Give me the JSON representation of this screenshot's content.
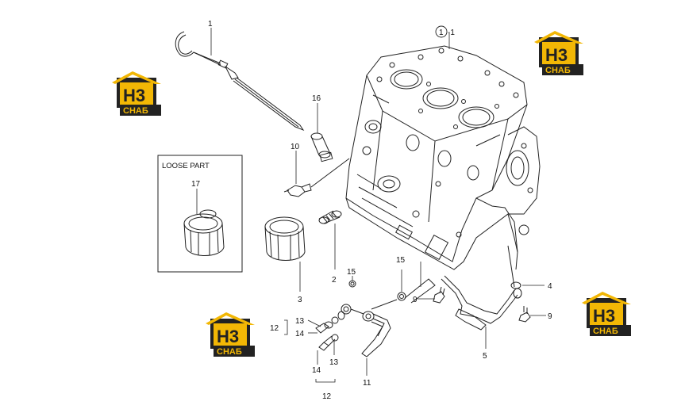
{
  "callouts": {
    "c1": "1",
    "c1_1_circled": "1",
    "c1_1_suffix": "-1",
    "c2": "2",
    "c3": "3",
    "c4": "4",
    "c5": "5",
    "c9a": "9",
    "c9b": "9",
    "c10": "10",
    "c11": "11",
    "c12a": "12",
    "c12b": "12",
    "c13a": "13",
    "c13b": "13",
    "c14a": "14",
    "c14b": "14",
    "c15a": "15",
    "c15b": "15",
    "c16": "16",
    "c17": "17"
  },
  "loose_part": {
    "title": "LOOSE PART"
  },
  "watermark": {
    "letters": "H3",
    "subtext": "CHAБ",
    "accent": "#f2b705",
    "dark": "#222222"
  }
}
